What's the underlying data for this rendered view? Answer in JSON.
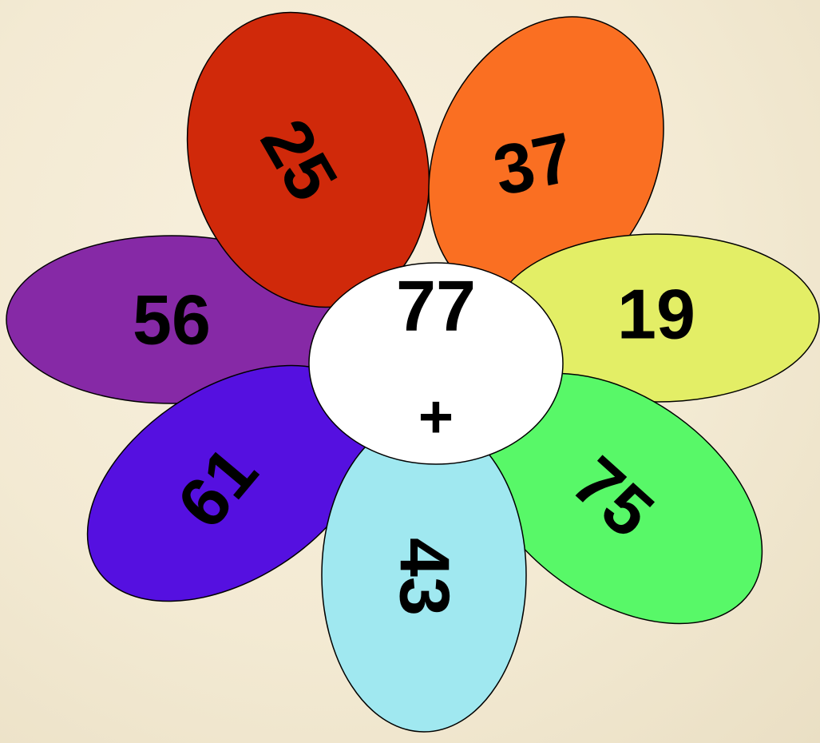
{
  "flower": {
    "center": {
      "number": "77",
      "operator": "+",
      "color": "#ffffff"
    },
    "petals": [
      {
        "id": "56",
        "value": "56",
        "color": "#8629a6"
      },
      {
        "id": "61",
        "value": "61",
        "color": "#5510e0"
      },
      {
        "id": "43",
        "value": "43",
        "color": "#a0e8f0"
      },
      {
        "id": "75",
        "value": "75",
        "color": "#58f868"
      },
      {
        "id": "19",
        "value": "19",
        "color": "#e3ee66"
      },
      {
        "id": "37",
        "value": "37",
        "color": "#fa6f22"
      },
      {
        "id": "25",
        "value": "25",
        "color": "#d0290a"
      }
    ]
  }
}
